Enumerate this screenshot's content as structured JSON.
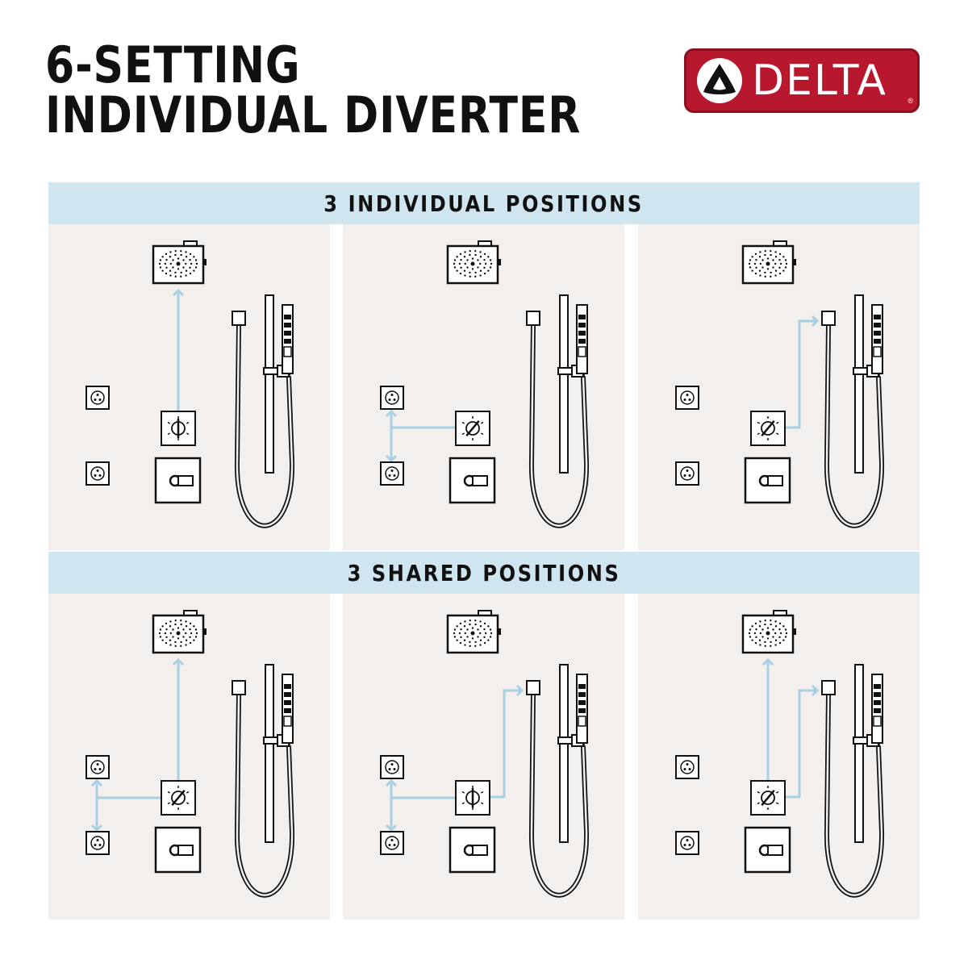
{
  "title": {
    "line1": "6-SETTING",
    "line2": "INDIVIDUAL DIVERTER"
  },
  "logo": {
    "text": "DELTA",
    "registered": "®"
  },
  "sections": [
    {
      "label": "3 INDIVIDUAL POSITIONS"
    },
    {
      "label": "3 SHARED POSITIONS"
    }
  ],
  "colors": {
    "arrow": "#a9cfe3",
    "band": "#cfe5ef",
    "panel": "#f2efec",
    "logo": "#b8182e"
  },
  "diagrams": [
    {
      "section": "3 INDIVIDUAL POSITIONS",
      "routes": [
        "overhead shower"
      ]
    },
    {
      "section": "3 INDIVIDUAL POSITIONS",
      "routes": [
        "body sprays"
      ]
    },
    {
      "section": "3 INDIVIDUAL POSITIONS",
      "routes": [
        "hand shower"
      ]
    },
    {
      "section": "3 SHARED POSITIONS",
      "routes": [
        "overhead shower",
        "body sprays"
      ]
    },
    {
      "section": "3 SHARED POSITIONS",
      "routes": [
        "body sprays",
        "hand shower"
      ]
    },
    {
      "section": "3 SHARED POSITIONS",
      "routes": [
        "overhead shower",
        "hand shower"
      ]
    }
  ]
}
